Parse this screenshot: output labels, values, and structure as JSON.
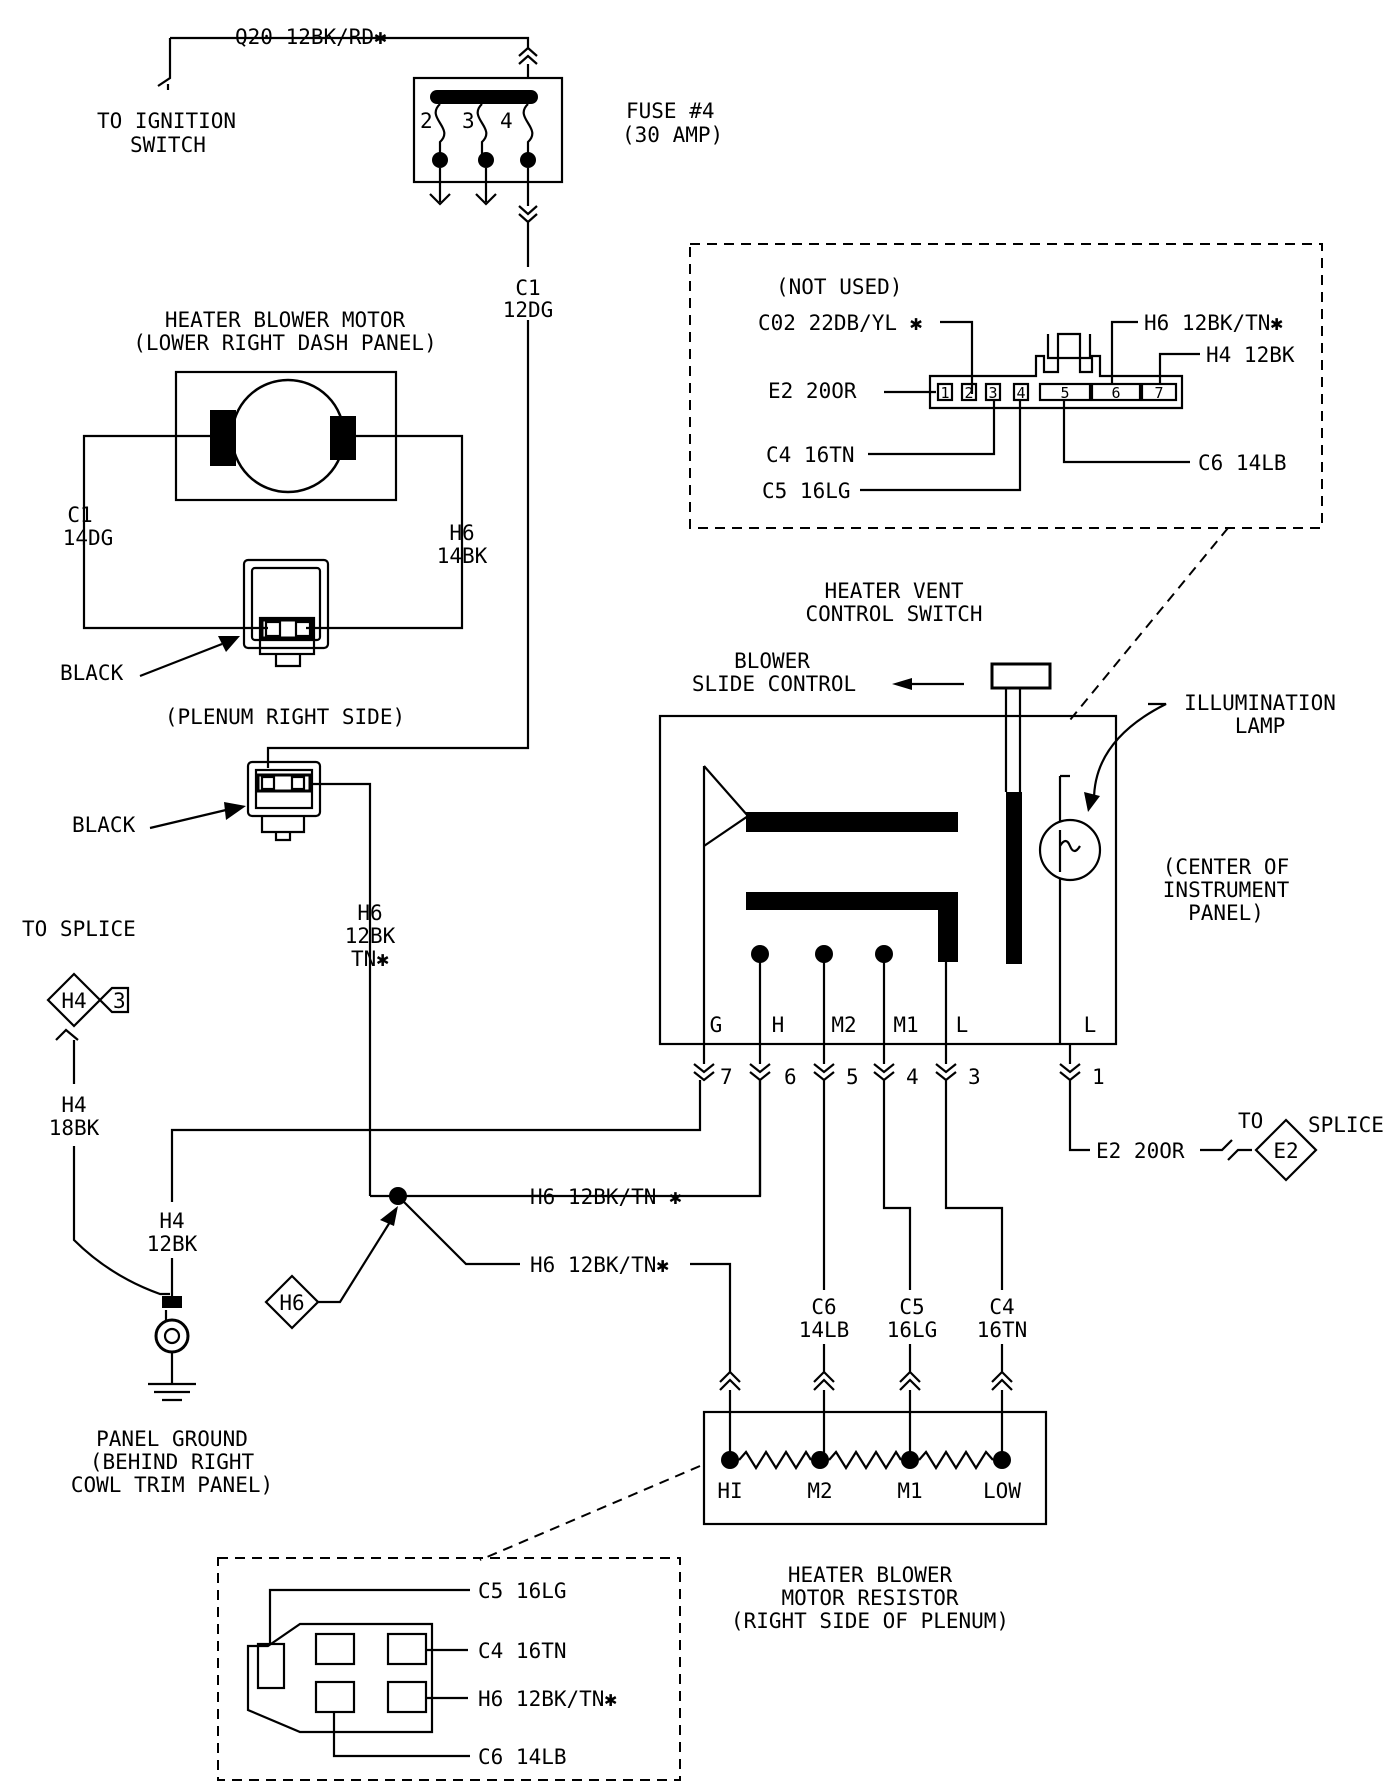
{
  "ignition": {
    "wire": "Q20 12BK/RD✱",
    "label_1": "TO IGNITION",
    "label_2": "SWITCH"
  },
  "fuse": {
    "label_1": "FUSE #4",
    "label_2": "(30 AMP)",
    "pins": [
      "2",
      "3",
      "4"
    ]
  },
  "feed_wire": {
    "circuit": "C1",
    "gauge": "12DG"
  },
  "blower_motor": {
    "title_1": "HEATER BLOWER MOTOR",
    "title_2": "(LOWER RIGHT DASH PANEL)",
    "left_wire_1": "C1",
    "left_wire_2": "14DG",
    "right_wire_1": "H6",
    "right_wire_2": "14BK",
    "connector_color": "BLACK",
    "connector_location": "(PLENUM RIGHT SIDE)"
  },
  "inline_connector": {
    "color": "BLACK",
    "wire_1": "H6",
    "wire_2": "12BK",
    "wire_3": "TN✱"
  },
  "splice_h4": {
    "label": "TO SPLICE",
    "id": "H4",
    "pin": "3",
    "wire_1": "H4",
    "wire_2": "18BK",
    "wire_3": "H4",
    "wire_4": "12BK"
  },
  "ground": {
    "label_1": "PANEL GROUND",
    "label_2": "(BEHIND RIGHT",
    "label_3": "COWL TRIM PANEL)"
  },
  "splice_h6": {
    "id": "H6",
    "wire_upper": "H6 12BK/TN ✱",
    "wire_lower": "H6 12BK/TN✱"
  },
  "switch_connector": {
    "not_used": "(NOT USED)",
    "pins": [
      "1",
      "2",
      "3",
      "4",
      "5",
      "6",
      "7"
    ],
    "wires": {
      "co2": "C02 22DB/YL ✱",
      "h6": "H6 12BK/TN✱",
      "h4": "H4 12BK",
      "e2": "E2 20OR",
      "c4": "C4 16TN",
      "c5": "C5 16LG",
      "c6": "C6 14LB"
    }
  },
  "vent_switch": {
    "title_1": "HEATER VENT",
    "title_2": "CONTROL SWITCH",
    "slide_1": "BLOWER",
    "slide_2": "SLIDE CONTROL",
    "lamp_1": "ILLUMINATION",
    "lamp_2": "LAMP",
    "location_1": "(CENTER OF",
    "location_2": "INSTRUMENT",
    "location_3": "PANEL)",
    "terminals": [
      "G",
      "H",
      "M2",
      "M1",
      "L",
      "L"
    ],
    "cavities": [
      "7",
      "6",
      "5",
      "4",
      "3",
      "1"
    ]
  },
  "splice_e2": {
    "wire": "E2 20OR",
    "to": "TO",
    "label": "SPLICE",
    "id": "E2"
  },
  "resistor": {
    "wires": [
      {
        "circuit": "C6",
        "gauge": "14LB"
      },
      {
        "circuit": "C5",
        "gauge": "16LG"
      },
      {
        "circuit": "C4",
        "gauge": "16TN"
      }
    ],
    "terminals": [
      "HI",
      "M2",
      "M1",
      "LOW"
    ],
    "title_1": "HEATER BLOWER",
    "title_2": "MOTOR RESISTOR",
    "title_3": "(RIGHT SIDE OF PLENUM)"
  },
  "resistor_connector": {
    "c5": "C5 16LG",
    "c4": "C4 16TN",
    "h6": "H6 12BK/TN✱",
    "c6": "C6 14LB"
  }
}
